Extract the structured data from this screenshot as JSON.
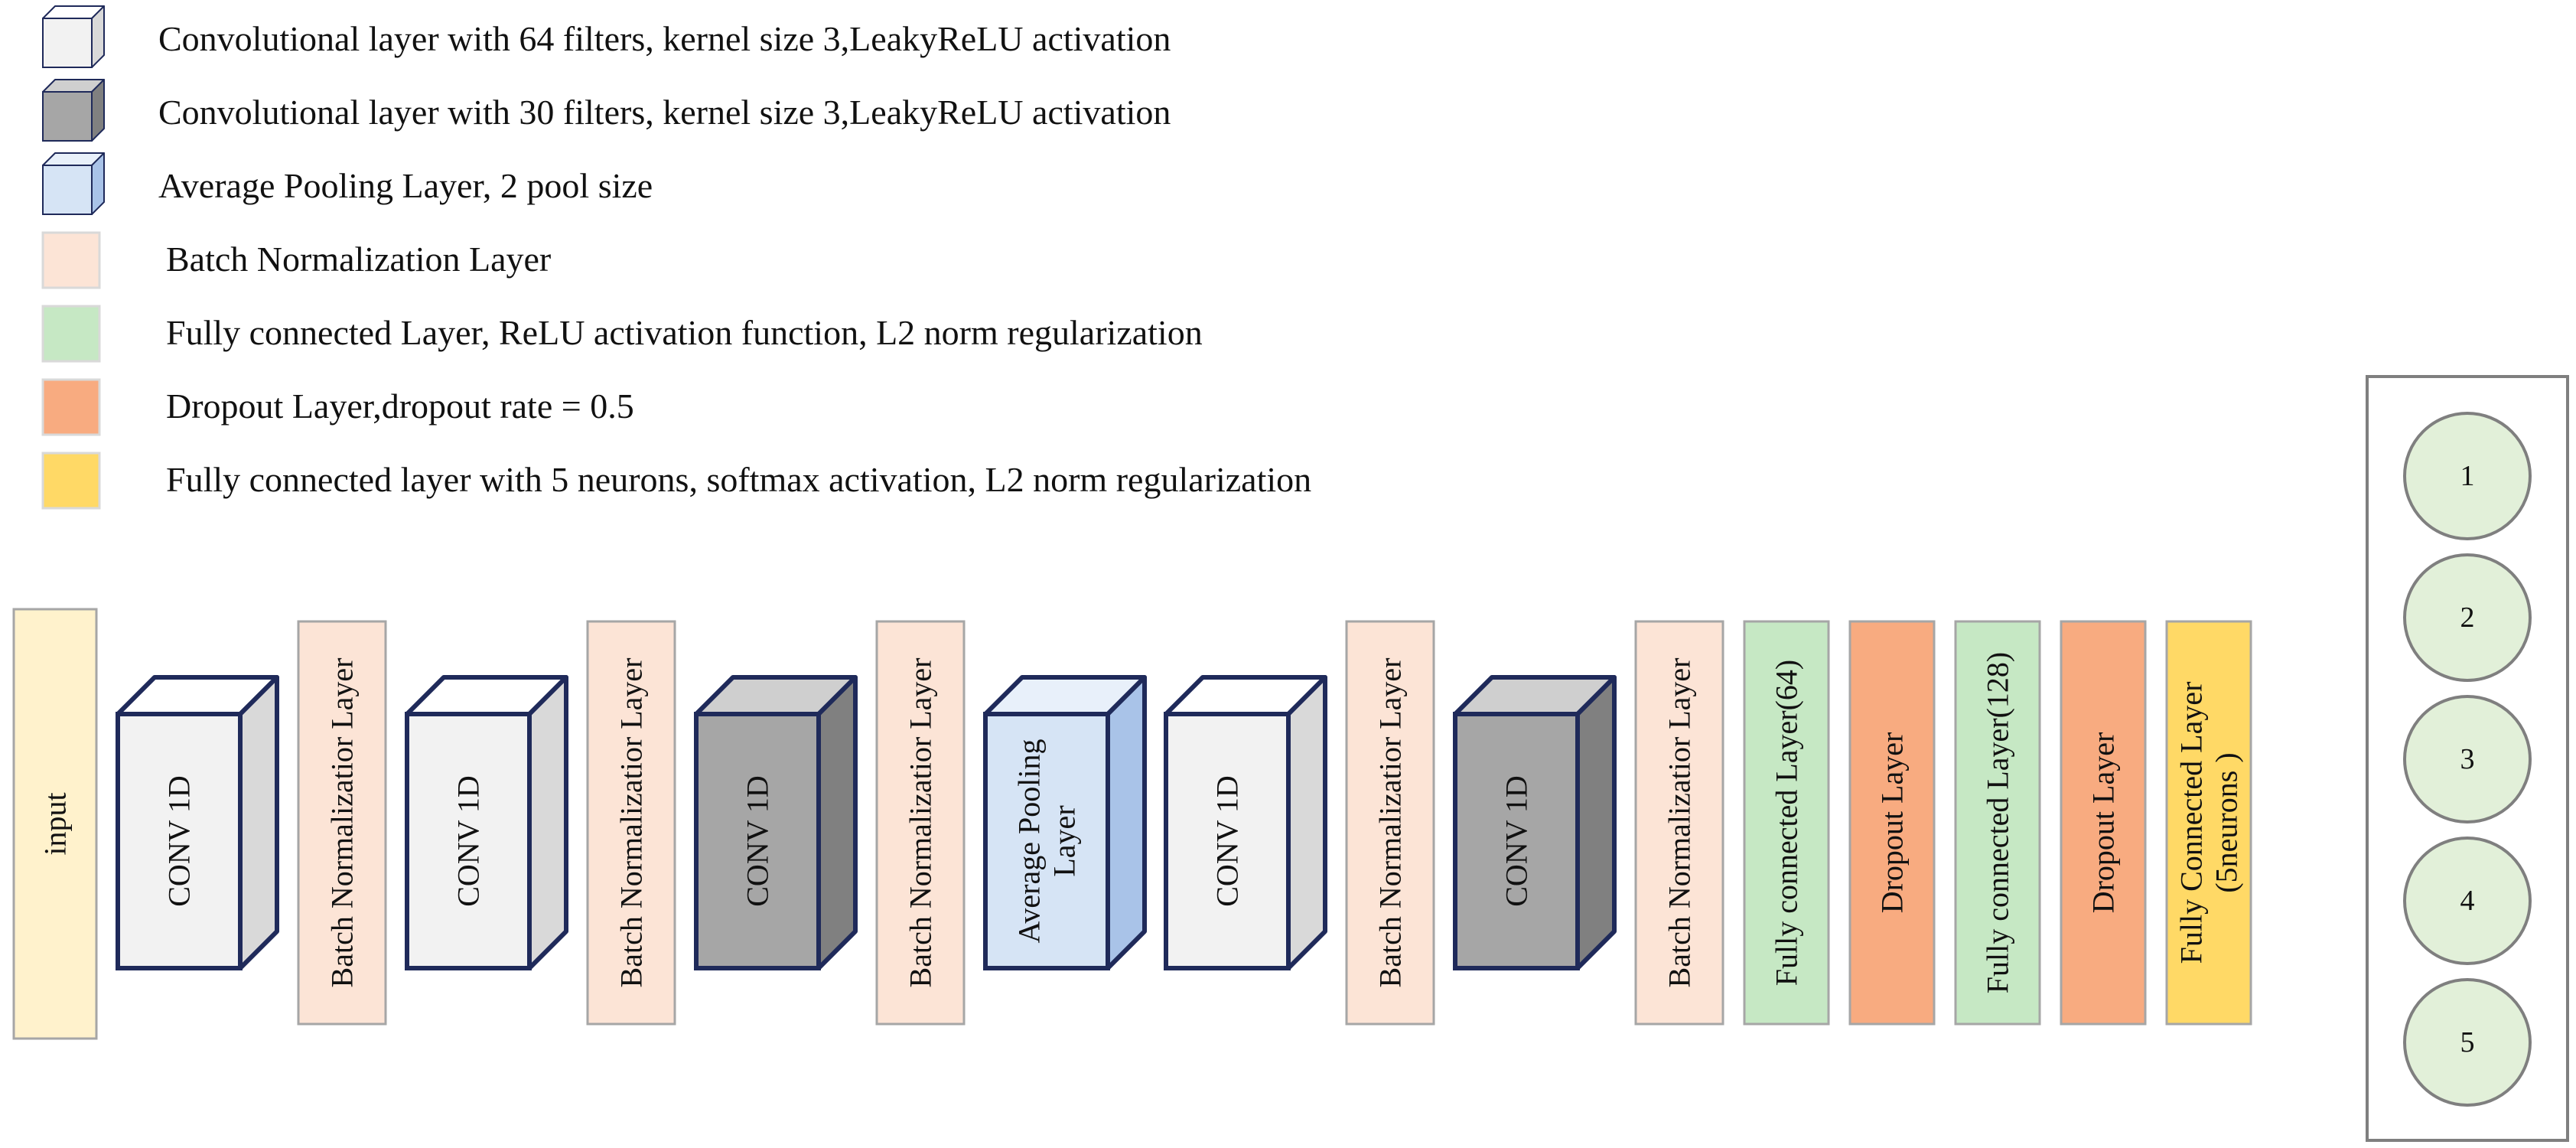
{
  "legend": [
    {
      "kind": "cube",
      "style": "conv64",
      "text": "Convolutional layer with 64 filters, kernel size 3,LeakyReLU activation"
    },
    {
      "kind": "cube",
      "style": "conv30",
      "text": "Convolutional layer with 30 filters, kernel size 3,LeakyReLU activation"
    },
    {
      "kind": "cube",
      "style": "pool",
      "text": "Average Pooling Layer, 2 pool size"
    },
    {
      "kind": "square",
      "style": "bn",
      "text": "Batch Normalization Layer"
    },
    {
      "kind": "square",
      "style": "fc",
      "text": "Fully connected Layer, ReLU activation function, L2 norm regularization"
    },
    {
      "kind": "square",
      "style": "drop",
      "text": "Dropout Layer,dropout rate = 0.5"
    },
    {
      "kind": "square",
      "style": "out",
      "text": "Fully connected layer with 5 neurons, softmax activation, L2 norm regularization"
    }
  ],
  "layers": [
    {
      "kind": "rect",
      "style": "input",
      "lines": [
        "input"
      ]
    },
    {
      "kind": "cube",
      "style": "conv64",
      "lines": [
        "CONV 1D"
      ]
    },
    {
      "kind": "rect",
      "style": "bn",
      "lines": [
        "Batch Normalizatior Layer"
      ]
    },
    {
      "kind": "cube",
      "style": "conv64",
      "lines": [
        "CONV 1D"
      ]
    },
    {
      "kind": "rect",
      "style": "bn",
      "lines": [
        "Batch Normalizatior  Layer"
      ]
    },
    {
      "kind": "cube",
      "style": "conv30",
      "lines": [
        "CONV 1D"
      ]
    },
    {
      "kind": "rect",
      "style": "bn",
      "lines": [
        "Batch Normalizatior Layer"
      ]
    },
    {
      "kind": "cube",
      "style": "pool",
      "lines": [
        "Average Pooling",
        "Layer"
      ]
    },
    {
      "kind": "cube",
      "style": "conv64",
      "lines": [
        "CONV 1D"
      ]
    },
    {
      "kind": "rect",
      "style": "bn",
      "lines": [
        "Batch Normalizatior Layer"
      ]
    },
    {
      "kind": "cube",
      "style": "conv30",
      "lines": [
        "CONV 1D"
      ]
    },
    {
      "kind": "rect",
      "style": "bn",
      "lines": [
        "Batch Normalizatior Layer"
      ]
    },
    {
      "kind": "rect",
      "style": "fc",
      "lines": [
        "Fully connected Layer(64)"
      ]
    },
    {
      "kind": "rect",
      "style": "drop",
      "lines": [
        "Dropout Layer"
      ]
    },
    {
      "kind": "rect",
      "style": "fc",
      "lines": [
        "Fully connected Layer(128)"
      ]
    },
    {
      "kind": "rect",
      "style": "drop",
      "lines": [
        "Dropout Layer"
      ]
    },
    {
      "kind": "rect",
      "style": "out",
      "lines": [
        "Fully Connected Layer",
        "(5neurons )"
      ]
    }
  ],
  "neurons": [
    "1",
    "2",
    "3",
    "4",
    "5"
  ],
  "colors": {
    "conv64": {
      "front": "#f2f2f2",
      "top": "#ffffff",
      "side": "#d9d9d9",
      "stroke": "#1f2a5a"
    },
    "conv30": {
      "front": "#a6a6a6",
      "top": "#cfcfcf",
      "side": "#808080",
      "stroke": "#1f2a5a"
    },
    "pool": {
      "front": "#d6e4f5",
      "top": "#e8f0fa",
      "side": "#a9c3e8",
      "stroke": "#1f2a5a"
    },
    "input": {
      "fill": "#fff2cc",
      "stroke": "#a6a6a6"
    },
    "bn": {
      "fill": "#fce4d6",
      "stroke": "#a6a6a6"
    },
    "fc": {
      "fill": "#c6e8c4",
      "stroke": "#a6a6a6"
    },
    "drop": {
      "fill": "#f8ab80",
      "stroke": "#a6a6a6"
    },
    "out": {
      "fill": "#ffd966",
      "stroke": "#a6a6a6"
    },
    "neuron": {
      "fill": "#e2f0d9",
      "stroke": "#7f7f7f"
    },
    "output_box": "#7f7f7f"
  }
}
